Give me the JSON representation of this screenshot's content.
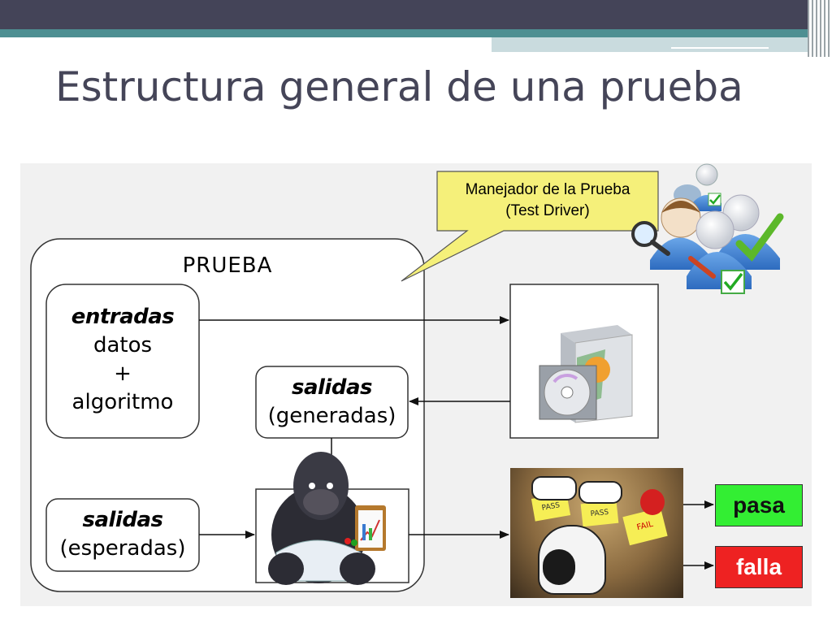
{
  "slide": {
    "title": "Estructura general de una prueba"
  },
  "diagram": {
    "container_label": "PRUEBA",
    "callout": {
      "line1": "Manejador de la Prueba",
      "line2": "(Test Driver)"
    },
    "inputs": {
      "bold": "entradas",
      "line2": "datos",
      "line3": "+",
      "line4": "algoritmo"
    },
    "generated": {
      "bold": "salidas",
      "paren": "(generadas)"
    },
    "expected": {
      "bold": "salidas",
      "paren": "(esperadas)"
    },
    "results": {
      "pass": "pasa",
      "fail": "falla"
    },
    "photo_tags": {
      "tag1": "PASS",
      "tag2": "PASS",
      "tag3": "FAIL"
    },
    "colors": {
      "pass": "#33ee33",
      "fail": "#ee2222",
      "callout": "#f5f07a"
    }
  }
}
